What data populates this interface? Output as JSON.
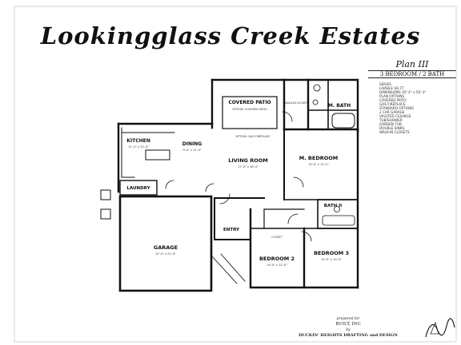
{
  "title": "Lookingglass Creek Estates",
  "plan": {
    "name": "Plan III",
    "subtitle": "3 BEDROOM / 2 BATH",
    "specs": [
      "SERIES",
      "LIVABLE SQ FT",
      "DIMENSIONS        35'-4\" x 50'-3\"",
      "PLAN OPTIONS",
      "COVERED PATIO",
      "GAS FIREPLACE",
      "STANDARD OPTIONS",
      "2 CAR GARAGE",
      "VAULTED CEILINGS",
      "TUB/SHOWER",
      "GARDEN TUB",
      "DOUBLE SINKS",
      "WALK-IN CLOSETS"
    ]
  },
  "rooms": {
    "covered_patio": "COVERED PATIO",
    "patio_note": "OPTION: COVERED PATIO",
    "kitchen": "KITCHEN",
    "kitchen_dim": "11'-3\" x 13'-0\"",
    "dining": "DINING",
    "dining_dim": "9'-0\" x 11'-0\"",
    "living_room": "LIVING ROOM",
    "living_dim": "17'-0\" x 18'-0\"",
    "fireplace_note": "OPTION: GAS FIREPLACE",
    "laundry": "LAUNDRY",
    "master_bath": "M. BATH",
    "walk_in_closet": "WALK-IN CLOSET",
    "master_bedroom": "M. BEDROOM",
    "master_dim": "15'-0\" x 14'-0\"",
    "bath_2": "BATH II",
    "entry": "ENTRY",
    "garage": "GARAGE",
    "garage_dim": "22'-0\" x 21'-0\"",
    "bedroom_2": "BEDROOM 2",
    "bedroom_2_dim": "10'-0\" x 12'-0\"",
    "bedroom_3": "BEDROOM 3",
    "bedroom_3_dim": "10'-0\" x 10'-0\"",
    "closet": "CLOSET"
  },
  "footer": {
    "prepared_for": "prepared for",
    "builder": "BUILT, INC",
    "by": "by",
    "credit": "DUCKIN' HEIGHTS DRAFTING and DESIGN"
  },
  "colors": {
    "ink": "#111111",
    "paper": "#ffffff"
  }
}
